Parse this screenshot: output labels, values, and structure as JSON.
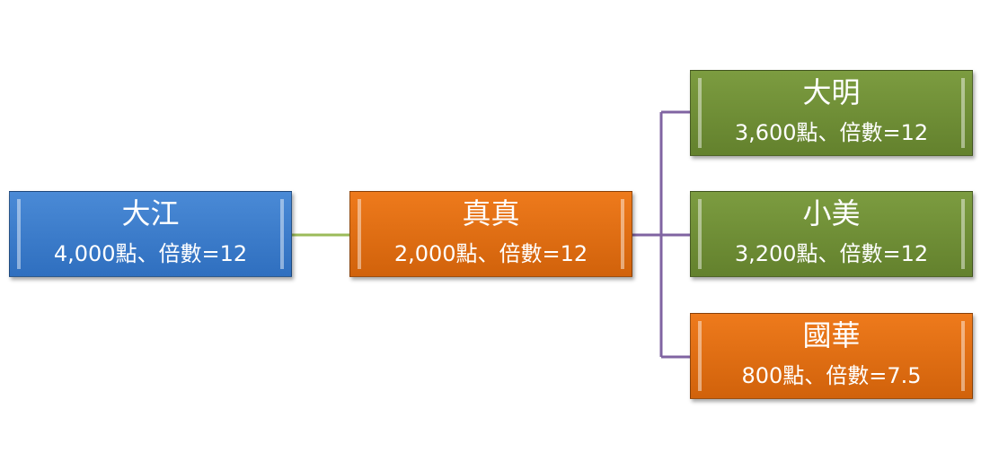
{
  "nodes": [
    {
      "name": "大江",
      "value": "4,000點、倍數=12"
    },
    {
      "name": "真真",
      "value": "2,000點、倍數=12"
    },
    {
      "name": "大明",
      "value": "3,600點、倍數=12"
    },
    {
      "name": "小美",
      "value": "3,200點、倍數=12"
    },
    {
      "name": "國華",
      "value": "800點、倍數=7.5"
    }
  ],
  "colors": {
    "blue": "#3a7ccc",
    "orange": "#e06c10",
    "green": "#6f8f36",
    "link_green": "#9bbb59",
    "link_purple": "#8064a2"
  }
}
